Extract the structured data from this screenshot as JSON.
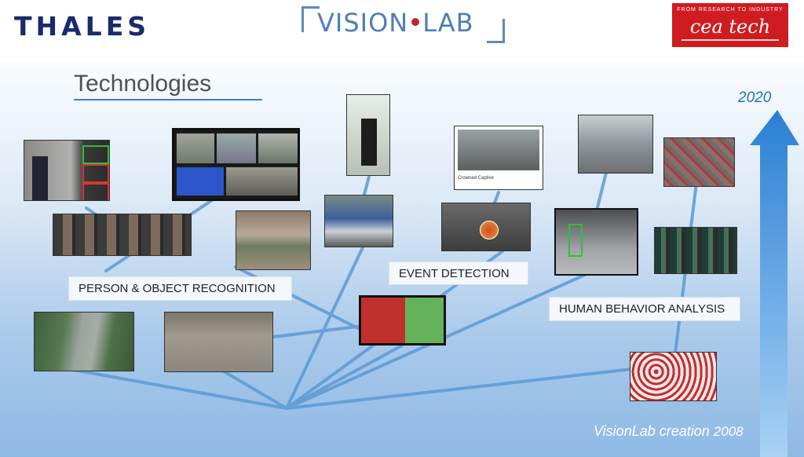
{
  "header": {
    "thales_logo": "THALES",
    "visionlab_logo_left": "VISION",
    "visionlab_logo_right": "LAB",
    "cea_tagline": "FROM RESEARCH TO INDUSTRY",
    "cea_logo": "cea tech"
  },
  "slide": {
    "title": "Technologies",
    "categories": {
      "person_object": "PERSON & OBJECT RECOGNITION",
      "event": "EVENT DETECTION",
      "behavior": "HUMAN BEHAVIOR ANALYSIS"
    },
    "timeline": {
      "top_year": "2020",
      "creation_text": "VisionLab creation",
      "creation_year": "2008"
    },
    "event_screenshot_caption": "Crowned Captive"
  },
  "colors": {
    "thales_blue": "#1b2a6b",
    "visionlab_blue": "#4d7fb6",
    "cea_red": "#d01c20",
    "link_blue": "#5b9ad6",
    "arrow_blue": "#3f8fdc"
  }
}
